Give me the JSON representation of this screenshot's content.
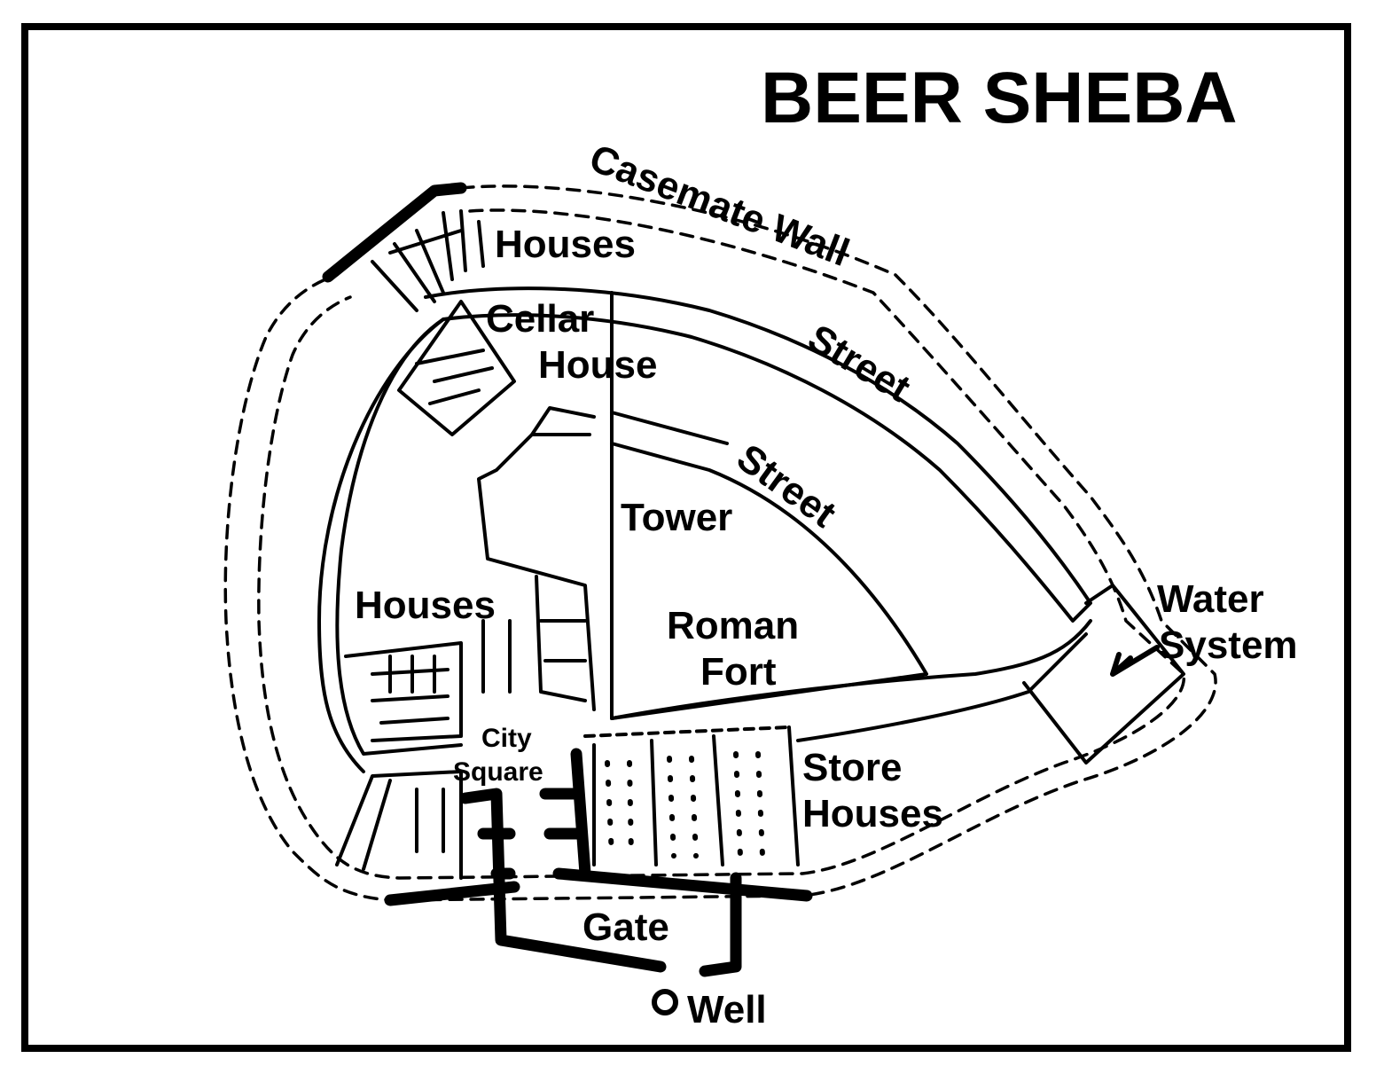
{
  "title": "BEER SHEBA",
  "labels": {
    "casemate_wall": "Casemate Wall",
    "houses_north": "Houses",
    "cellar_house_1": "Cellar",
    "cellar_house_2": "House",
    "street_outer": "Street",
    "street_inner": "Street",
    "tower": "Tower",
    "houses_west": "Houses",
    "roman_fort_1": "Roman",
    "roman_fort_2": "Fort",
    "water_system_1": "Water",
    "water_system_2": "System",
    "city_square_1": "City",
    "city_square_2": "Square",
    "store_houses_1": "Store",
    "store_houses_2": "Houses",
    "gate": "Gate",
    "well": "Well"
  }
}
